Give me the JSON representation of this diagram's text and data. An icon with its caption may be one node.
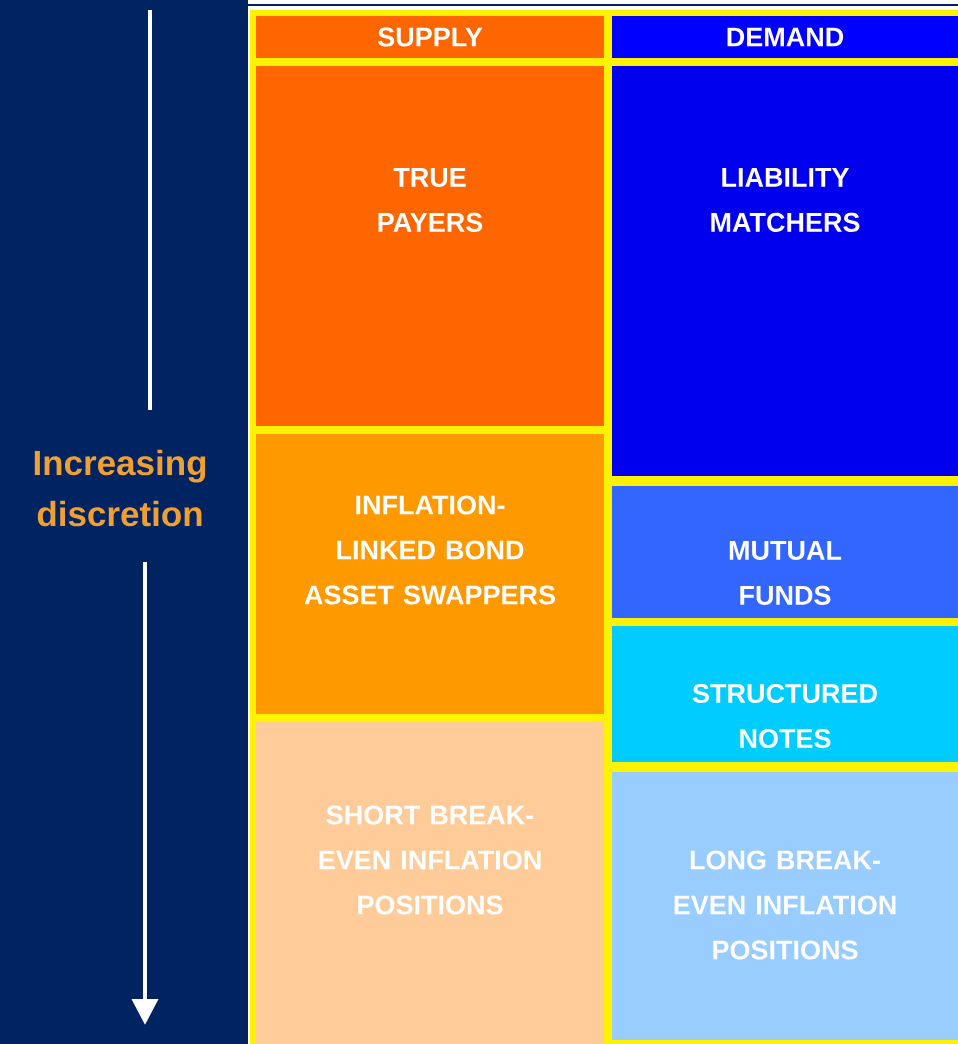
{
  "diagram": {
    "nodes": [
      {
        "text": [
          "SUPPLY"
        ]
      },
      {
        "text": [
          "DEMAND"
        ]
      },
      {
        "text": [
          "TRUE PAYERS"
        ]
      },
      {
        "text": [
          "LIABILITY MATCHERS"
        ]
      },
      {
        "text": [
          "INFLATION-LINKED BOND ASSET SWAPPERS"
        ]
      },
      {
        "text": [
          "MUTUAL FUNDS"
        ]
      },
      {
        "text": [
          "STRUCTURED NOTES"
        ]
      },
      {
        "text": [
          "SHORT BREAK-EVEN INFLATION POSITIONS"
        ]
      },
      {
        "text": [
          "LONG BREAK-EVEN INFLATION POSITIONS"
        ]
      }
    ],
    "labels": [
      "Increasing discretion"
    ]
  }
}
